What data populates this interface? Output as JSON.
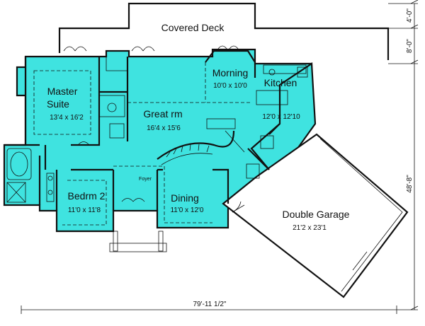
{
  "colors": {
    "floor_fill": "#3fe3e0",
    "garage_fill": "#ffffff",
    "wall": "#111111",
    "background": "#ffffff"
  },
  "rooms": {
    "covered_deck": {
      "name": "Covered Deck"
    },
    "master_suite": {
      "name_line1": "Master",
      "name_line2": "Suite",
      "dims": "13'4 x 16'2"
    },
    "great_room": {
      "name": "Great rm",
      "dims": "16'4 x 15'6"
    },
    "morning": {
      "name": "Morning",
      "dims": "10'0 x 10'0"
    },
    "kitchen": {
      "name": "Kitchen",
      "dims": "12'0 x 12'10"
    },
    "bedroom2": {
      "name": "Bedrm 2",
      "dims": "11'0 x 11'8"
    },
    "foyer": {
      "name": "Foyer"
    },
    "dining": {
      "name": "Dining",
      "dims": "11'0 x 12'0"
    },
    "garage": {
      "name": "Double Garage",
      "dims": "21'2 x 23'1"
    }
  },
  "dimensions": {
    "deck_depth": "4'-0\"",
    "upper_depth": "8'-0\"",
    "overall_depth": "48'-8\"",
    "overall_width": "79'-11 1/2\""
  }
}
